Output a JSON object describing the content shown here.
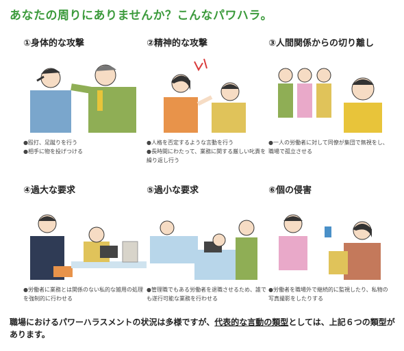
{
  "title": "あなたの周りにありませんか？こんなパワハラ。",
  "cards": [
    {
      "heading": "①身体的な攻撃",
      "bullets": [
        "●殴打、足蹴りを行う",
        "●相手に物を投げつける"
      ]
    },
    {
      "heading": "②精神的な攻撃",
      "bullets": [
        "●人格を否定するような言動を行う",
        "●長時間にわたって、業務に関する厳しい叱責を繰り返し行う"
      ]
    },
    {
      "heading": "③人間関係からの切り離し",
      "bullets": [
        "●一人の労働者に対して同僚が集団で無視をし、職場で孤立させる"
      ]
    },
    {
      "heading": "④過大な要求",
      "bullets": [
        "●労働者に業務とは関係のない私的な雑用の処理を強制的に行わせる"
      ]
    },
    {
      "heading": "⑤過小な要求",
      "bullets": [
        "●管理職でもある労働者を退職させるため、誰でも遂行可能な業務を行わせる"
      ]
    },
    {
      "heading": "⑥個の侵害",
      "bullets": [
        "●労働者を職場外で継続的に監視したり、私物の写真撮影をしたりする"
      ]
    }
  ],
  "footer": {
    "before": "職場におけるパワーハラスメントの状況は多様ですが、",
    "highlight": "代表的な言動の類型",
    "after": "としては、上記６つの類型があります。"
  },
  "colors": {
    "title": "#3b9a3b",
    "suit_green": "#8fae55",
    "suit_blue": "#7aa6cc",
    "vest_orange": "#e8934a",
    "pink": "#e9a9c9"
  }
}
